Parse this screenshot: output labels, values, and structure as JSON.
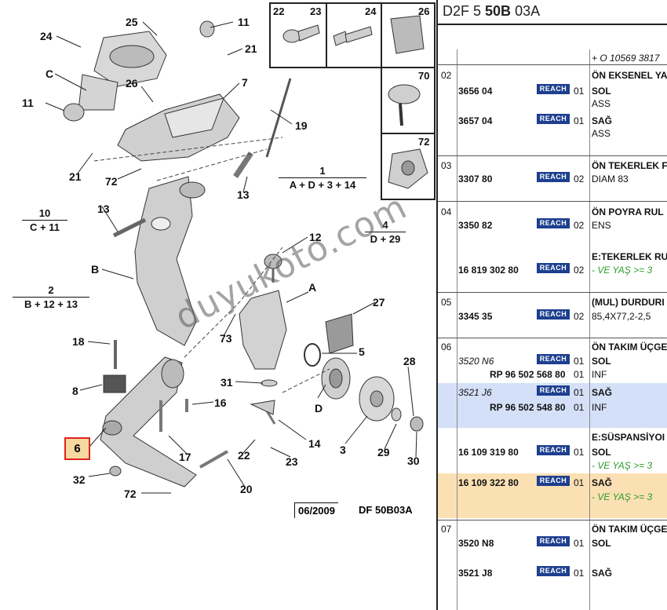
{
  "diagram": {
    "callouts": [
      {
        "label": "25"
      },
      {
        "label": "11"
      },
      {
        "label": "24"
      },
      {
        "label": "21"
      },
      {
        "label": "C"
      },
      {
        "label": "26"
      },
      {
        "label": "7"
      },
      {
        "label": "11"
      },
      {
        "label": "19"
      },
      {
        "label": "21"
      },
      {
        "label": "72"
      },
      {
        "label": "13"
      },
      {
        "label": "13"
      },
      {
        "label": "12"
      },
      {
        "label": "B"
      },
      {
        "label": "A"
      },
      {
        "label": "27"
      },
      {
        "label": "73"
      },
      {
        "label": "5"
      },
      {
        "label": "18"
      },
      {
        "label": "28"
      },
      {
        "label": "31"
      },
      {
        "label": "16"
      },
      {
        "label": "8"
      },
      {
        "label": "D"
      },
      {
        "label": "14"
      },
      {
        "label": "17"
      },
      {
        "label": "22"
      },
      {
        "label": "23"
      },
      {
        "label": "3"
      },
      {
        "label": "29"
      },
      {
        "label": "30"
      },
      {
        "label": "32"
      },
      {
        "label": "20"
      },
      {
        "label": "72"
      }
    ],
    "formulas": [
      {
        "num": "1",
        "expr": "A + D + 3 + 14"
      },
      {
        "num": "10",
        "expr": "C + 11"
      },
      {
        "num": "4",
        "expr": "D + 29"
      },
      {
        "num": "2",
        "expr": "B + 12 + 13"
      }
    ],
    "inset": {
      "labels": [
        "22",
        "23",
        "24",
        "26",
        "70",
        "72"
      ]
    },
    "highlighted_part": "6",
    "footer_date": "06/2009",
    "footer_code": "DF 50B03A",
    "watermark": "duyukoto.com"
  },
  "table": {
    "title_pre": "D2F 5 ",
    "title_bold": "50B",
    "title_post": " 03A",
    "header_note": "+ O 10569 3817",
    "reach_label": "REACH",
    "groups": [
      {
        "num": "02",
        "rows": [
          {
            "ref": "3656 04",
            "reach": true,
            "qty": "01",
            "desc": [
              "ÖN EKSENEL YA",
              "SOL",
              "ASS"
            ]
          },
          {
            "ref": "3657 04",
            "reach": true,
            "qty": "01",
            "desc": [
              "SAĞ",
              "ASS"
            ]
          }
        ]
      },
      {
        "num": "03",
        "rows": [
          {
            "ref": "3307 80",
            "reach": true,
            "qty": "02",
            "desc": [
              "ÖN TEKERLEK F",
              "DIAM 83"
            ]
          }
        ]
      },
      {
        "num": "04",
        "rows": [
          {
            "ref": "3350 82",
            "reach": true,
            "qty": "02",
            "desc": [
              "ÖN POYRA RUL",
              "ENS"
            ]
          },
          {
            "ref": "16 819 302 80",
            "reach": true,
            "qty": "02",
            "desc": [
              "E:TEKERLEK RU",
              "- VE YAŞ >= 3"
            ]
          }
        ]
      },
      {
        "num": "05",
        "rows": [
          {
            "ref": "3345 35",
            "reach": true,
            "qty": "02",
            "desc": [
              "(MUL) DURDURI",
              "85,4X77,2-2,5"
            ]
          }
        ]
      },
      {
        "num": "06",
        "rows": [
          {
            "ref": "3520 N6",
            "ref2": "RP 96 502 568 80",
            "reach": true,
            "qty": "01",
            "qty2": "01",
            "desc": [
              "ÖN TAKIM ÜÇGE",
              "SOL",
              "INF"
            ]
          },
          {
            "ref": "3521 J6",
            "ref2": "RP 96 502 548 80",
            "reach": true,
            "qty": "01",
            "qty2": "01",
            "desc": [
              "SAĞ",
              "INF"
            ]
          },
          {
            "ref": "16 109 319 80",
            "reach": true,
            "qty": "01",
            "desc": [
              "E:SÜSPANSİYOI",
              "SOL",
              "- VE YAŞ >= 3"
            ]
          },
          {
            "ref": "16 109 322 80",
            "reach": true,
            "qty": "01",
            "desc": [
              "SAĞ",
              "- VE YAŞ >= 3"
            ]
          }
        ]
      },
      {
        "num": "07",
        "rows": [
          {
            "ref": "3520 N8",
            "reach": true,
            "qty": "01",
            "desc": [
              "ÖN TAKIM ÜÇGE",
              "SOL"
            ]
          },
          {
            "ref": "3521 J8",
            "reach": true,
            "qty": "01",
            "desc": [
              "SAĞ"
            ]
          }
        ]
      }
    ],
    "colors": {
      "reach_bg": "#1d3f8f",
      "highlight_blue": "#d4e0f7",
      "highlight_orange": "#fbe0b4",
      "green_note": "#2a9d2a"
    }
  }
}
